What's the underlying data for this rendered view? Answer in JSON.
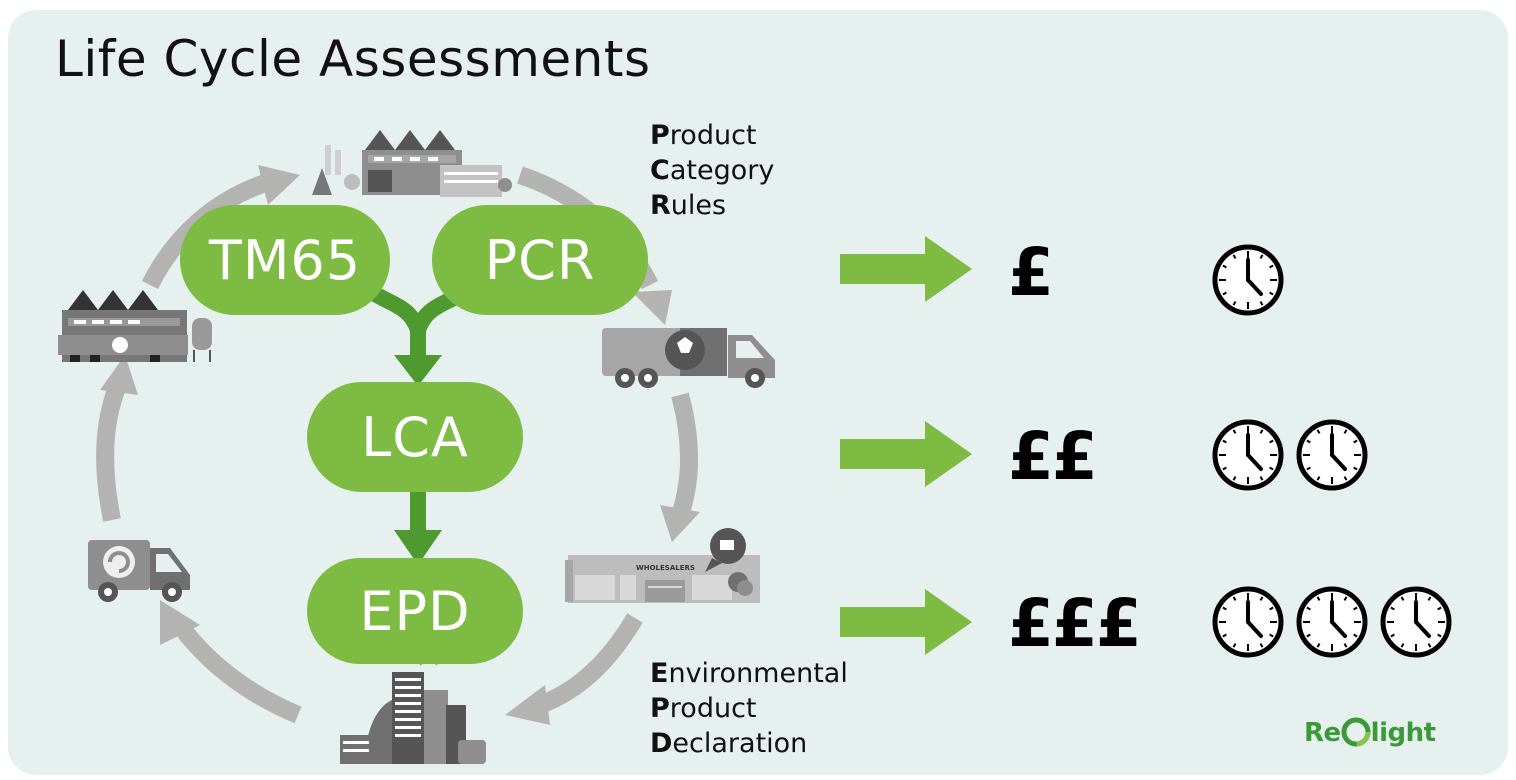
{
  "title": "Life Cycle Assessments",
  "nodes": {
    "tm65": "TM65",
    "pcr": "PCR",
    "lca": "LCA",
    "epd": "EPD"
  },
  "pcr_acronym": [
    {
      "initial": "P",
      "rest": "roduct"
    },
    {
      "initial": "C",
      "rest": "ategory"
    },
    {
      "initial": "R",
      "rest": "ules"
    }
  ],
  "epd_acronym": [
    {
      "initial": "E",
      "rest": "nvironmental"
    },
    {
      "initial": "P",
      "rest": "roduct"
    },
    {
      "initial": "D",
      "rest": "eclaration"
    }
  ],
  "tiers": [
    {
      "cost": "£",
      "clocks": 1
    },
    {
      "cost": "££",
      "clocks": 2
    },
    {
      "cost": "£££",
      "clocks": 3
    }
  ],
  "illustrations": {
    "wholesaler_sign": "WHOLESALERS"
  },
  "logo": {
    "left": "Re",
    "ring": "C",
    "right": "light"
  },
  "colors": {
    "panel": "#e5f0ef",
    "green": "#7dbb42",
    "dark_green": "#4e9a2f",
    "cycle_arrow": "#b3b3b1"
  },
  "icons": [
    "factory-icon",
    "truck-icon",
    "wholesaler-store-icon",
    "city-buildings-icon",
    "recycling-truck-icon",
    "recycling-factory-icon",
    "clock-icon",
    "right-arrow-icon"
  ]
}
